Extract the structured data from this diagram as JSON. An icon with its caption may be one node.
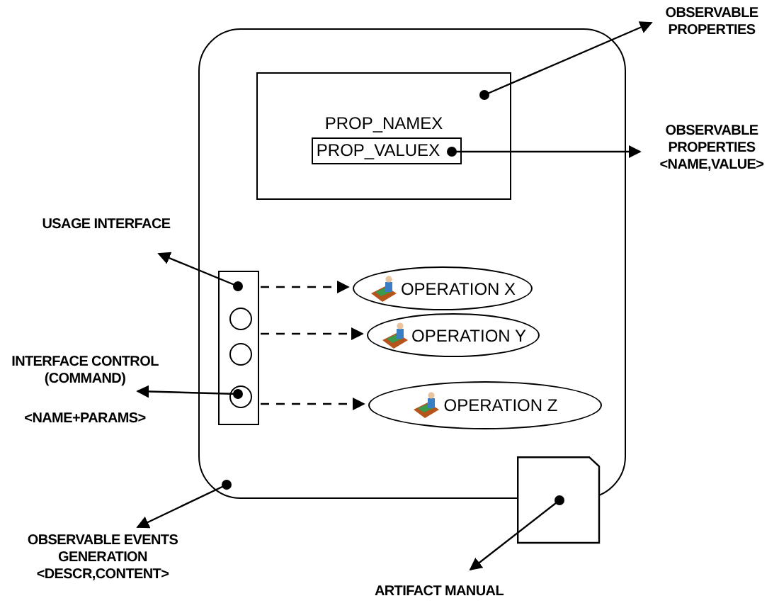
{
  "diagram": {
    "nodes": [
      {
        "text": [],
        "shape": "box"
      },
      {
        "text": [
          "PROP_NAMEX"
        ],
        "in": 0
      },
      {
        "text": [
          "PROP_VALUEX"
        ],
        "in": 1
      },
      {
        "text": [],
        "shape": "box",
        "in": 0
      },
      {
        "text": [],
        "shape": "circle",
        "in": 3
      },
      {
        "text": [],
        "shape": "circle",
        "in": 3
      },
      {
        "text": [],
        "shape": "circle",
        "in": 3
      },
      {
        "text": [
          "OPERATION X"
        ],
        "in": 0
      },
      {
        "text": [
          "OPERATION Y"
        ],
        "in": 0
      },
      {
        "text": [
          "OPERATION Z"
        ],
        "in": 0
      },
      {
        "text": [],
        "shape": "box"
      },
      {
        "text": [
          "OBSERVABLE PROPERTIES"
        ]
      },
      {
        "text": [
          "OBSERVABLE PROPERTIES <NAME,VALUE>"
        ]
      },
      {
        "text": [
          "USAGE INTERFACE"
        ]
      },
      {
        "text": [
          "INTERFACE CONTROL (COMMAND)",
          "<NAME+PARAMS>"
        ]
      },
      {
        "text": [
          "OBSERVABLE EVENTS GENERATION <DESCR,CONTENT>"
        ]
      },
      {
        "text": [
          "ARTIFACT MANUAL"
        ]
      }
    ],
    "edges": [
      {
        "from": 1,
        "to": 11,
        "arrow": "to"
      },
      {
        "from": 2,
        "to": 12,
        "arrow": "to"
      },
      {
        "from": 3,
        "to": 13,
        "arrow": "to"
      },
      {
        "from": 6,
        "to": 14,
        "arrow": "to"
      },
      {
        "from": 0,
        "to": 15,
        "arrow": "to"
      },
      {
        "from": 10,
        "to": 16,
        "arrow": "to"
      },
      {
        "from": 3,
        "to": 7,
        "arrow": "to",
        "style": "dashed"
      },
      {
        "from": 3,
        "to": 8,
        "arrow": "to",
        "style": "dashed"
      },
      {
        "from": 3,
        "to": 9,
        "arrow": "to",
        "style": "dashed"
      }
    ]
  }
}
